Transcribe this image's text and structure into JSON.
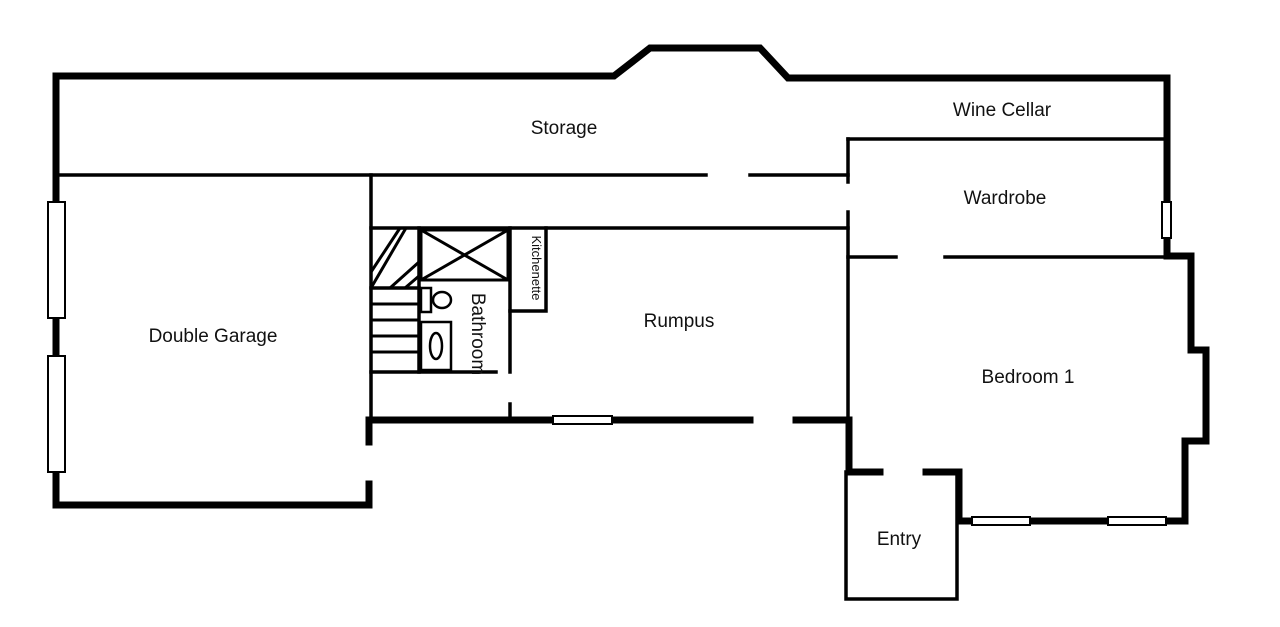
{
  "rooms": {
    "storage": "Storage",
    "wine_cellar": "Wine Cellar",
    "wardrobe": "Wardrobe",
    "double_garage": "Double Garage",
    "kitchenette": "Kitchenette",
    "bathroom": "Bathroom",
    "rumpus": "Rumpus",
    "bedroom_1": "Bedroom 1",
    "entry": "Entry"
  },
  "colors": {
    "wall": "#000000",
    "background": "#ffffff"
  }
}
